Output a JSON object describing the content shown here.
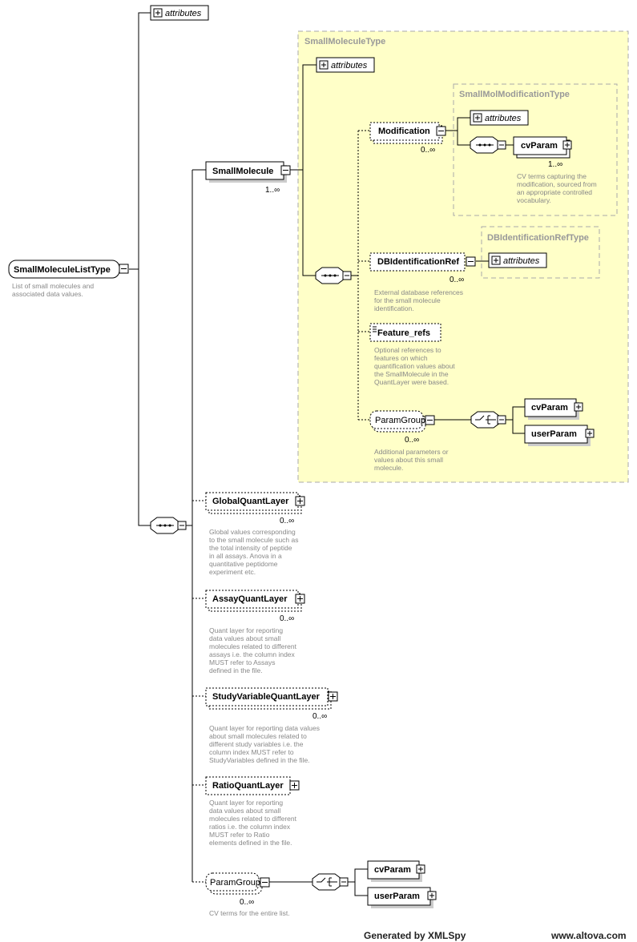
{
  "footer": {
    "generated": "Generated by XMLSpy",
    "site": "www.altova.com"
  },
  "root": {
    "name": "SmallMoleculeListType",
    "doc": [
      "List of small molecules and",
      "associated data values."
    ],
    "attributes": "attributes"
  },
  "small_molecule": {
    "name": "SmallMolecule",
    "card": "1..∞"
  },
  "small_molecule_type": {
    "type_name": "SmallMoleculeType",
    "attributes": "attributes",
    "modification": {
      "name": "Modification",
      "card": "0..∞"
    },
    "mod_type": {
      "type_name": "SmallMolModificationType",
      "attributes": "attributes",
      "cvparam": "cvParam",
      "card": "1..∞",
      "doc": [
        "CV terms capturing the",
        "modification, sourced from",
        "an appropriate controlled",
        "vocabulary."
      ]
    },
    "dbref": {
      "name": "DBIdentificationRef",
      "card": "0..∞",
      "doc": [
        "External database references",
        "for the small molecule",
        "identification."
      ]
    },
    "dbref_type": {
      "type_name": "DBIdentificationRefType",
      "attributes": "attributes"
    },
    "feature_refs": {
      "name": "Feature_refs",
      "doc": [
        "Optional references to",
        "features on which",
        "quantification values about",
        "the SmallMolecule in the",
        "QuantLayer were based."
      ]
    },
    "param_group": {
      "name": "ParamGroup",
      "card": "0..∞",
      "cvparam": "cvParam",
      "userparam": "userParam",
      "doc": [
        "Additional parameters or",
        "values about this small",
        "molecule."
      ]
    }
  },
  "global_quant": {
    "name": "GlobalQuantLayer",
    "card": "0..∞",
    "doc": [
      "Global values corresponding",
      "to the small molecule such as",
      "the total intensity of peptide",
      "in all assays. Anova in a",
      "quantitative peptidome",
      "experiment etc."
    ]
  },
  "assay_quant": {
    "name": "AssayQuantLayer",
    "card": "0..∞",
    "doc": [
      "Quant layer for reporting",
      "data values about small",
      "molecules related to different",
      "assays i.e. the column index",
      "MUST refer to Assays",
      "defined in the file."
    ]
  },
  "study_quant": {
    "name": "StudyVariableQuantLayer",
    "card": "0..∞",
    "doc": [
      "Quant layer for reporting data values",
      "about small molecules related to",
      "different study variables i.e. the",
      "column index MUST refer to",
      "StudyVariables defined in the file."
    ]
  },
  "ratio_quant": {
    "name": "RatioQuantLayer",
    "doc": [
      "Quant layer for reporting",
      "data values about small",
      "molecules related to different",
      "ratios i.e. the column index",
      "MUST refer to Ratio",
      "elements defined in the file."
    ]
  },
  "list_param_group": {
    "name": "ParamGroup",
    "card": "0..∞",
    "cvparam": "cvParam",
    "userparam": "userParam",
    "doc": [
      "CV terms for the entire list."
    ]
  }
}
